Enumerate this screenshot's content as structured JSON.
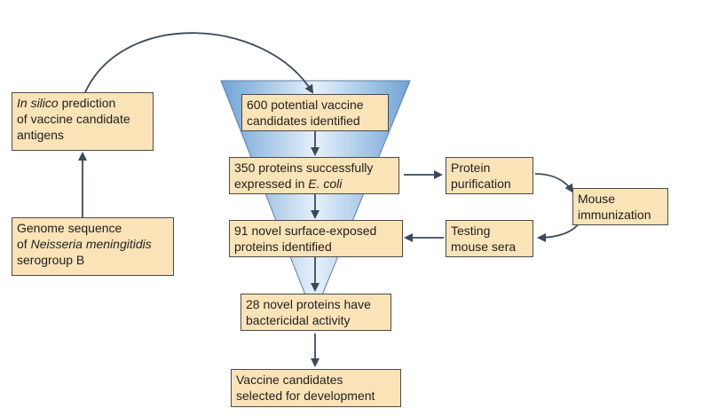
{
  "boxes": {
    "insilico": {
      "line1_italic": "In silico",
      "line1_rest": " prediction",
      "line2": "of vaccine candidate",
      "line3": "antigens"
    },
    "genome": {
      "line1": "Genome sequence",
      "line2_pre": "of ",
      "line2_italic": "Neisseria meningitidis",
      "line3": "serogroup B"
    },
    "b600": {
      "line1": "600 potential vaccine",
      "line2": "candidates identified"
    },
    "b350": {
      "line1": "350 proteins successfully",
      "line2_pre": "expressed in ",
      "line2_italic": "E. coli"
    },
    "b91": {
      "line1": "91 novel surface-exposed",
      "line2": "proteins identified"
    },
    "b28": {
      "line1": "28 novel proteins have",
      "line2": "bactericidal activity"
    },
    "vaccine": {
      "line1": "Vaccine candidates",
      "line2": "selected for development"
    },
    "purification": {
      "line1": "Protein",
      "line2": "purification"
    },
    "mouse": {
      "line1": "Mouse",
      "line2": "immunization"
    },
    "testing": {
      "line1": "Testing",
      "line2": "mouse sera"
    }
  },
  "colors": {
    "box_fill": "#fbe3b8",
    "funnel_blue_light": "#dbe9f7",
    "funnel_blue_dark": "#7fb0dd",
    "arrow": "#3a4a5a"
  }
}
